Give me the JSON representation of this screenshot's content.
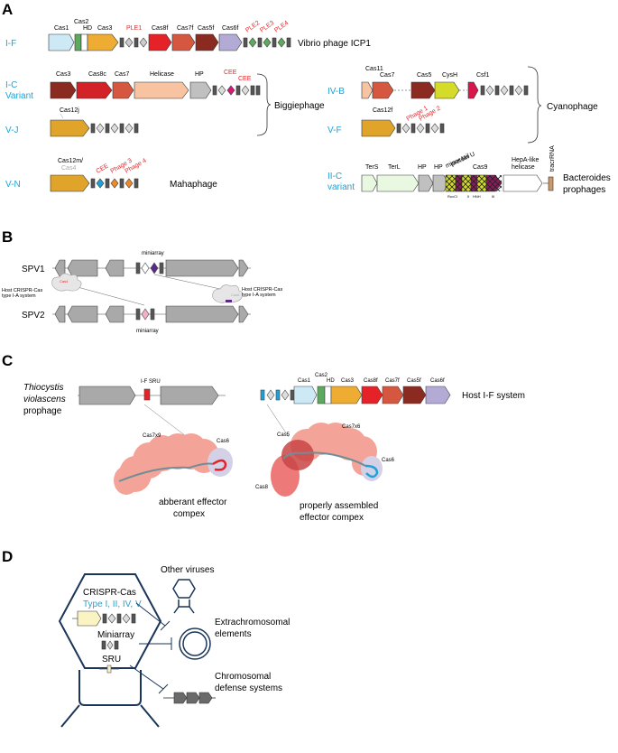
{
  "panel_letters": {
    "a": "A",
    "b": "B",
    "c": "C",
    "d": "D"
  },
  "panel_a": {
    "if_label": "I-F",
    "if_genes": [
      "Cas1",
      "Cas2",
      "HD",
      "Cas3",
      "PLE1",
      "Cas8f",
      "Cas7f",
      "Cas5f",
      "Cas6f",
      "PLE2",
      "PLE3",
      "PLE4"
    ],
    "if_title": "Vibrio phage ICP1",
    "ic_label": [
      "I-C",
      "Variant"
    ],
    "ic_genes": [
      "Cas3",
      "Cas8c",
      "Cas7",
      "Helicase",
      "HP",
      "CEE",
      "CEE"
    ],
    "vj_label": "V-J",
    "vj_genes": [
      "Cas12j"
    ],
    "biggie_title": "Biggiephage",
    "ivb_label": "IV-B",
    "ivb_genes": [
      "Cas11",
      "Cas7",
      "Cas5",
      "CysH",
      "Csf1"
    ],
    "vf_label": "V-F",
    "vf_genes": [
      "Cas12f",
      "Phage 1",
      "Phage 2"
    ],
    "cyano_title": "Cyanophage",
    "vn_label": "V-N",
    "vn_genes": [
      "Cas12m/",
      "Cas4",
      "CEE",
      "Phage 3",
      "Phage 4"
    ],
    "maha_title": "Mahaphage",
    "iic_label": [
      "II-C",
      "variant"
    ],
    "iic_genes": [
      "TerS",
      "TerL",
      "HP",
      "HP",
      "minor tail",
      "protein U",
      "Cas9",
      "HepA-like",
      "helicase",
      "tracrRNA"
    ],
    "iic_small": [
      "RuvCI",
      "II",
      "HNH",
      "III"
    ],
    "bact_title": [
      "Bacteroides",
      "prophages"
    ]
  },
  "panel_b": {
    "spv1": "SPV1",
    "spv2": "SPV2",
    "miniarray": "miniarray",
    "miniarray2": "miniarray",
    "host_left": [
      "Host CRISPR-Cas",
      "type I-A system"
    ],
    "host_right": [
      "Host CRISPR-Cas",
      "type I-A system"
    ],
    "cloud_small_1": "Cas4",
    "cloud_small_2": "Cas6"
  },
  "panel_c": {
    "organism": [
      "Thiocystis",
      "violascens"
    ],
    "prophage": "prophage",
    "sru": "I-F SRU",
    "host_genes": [
      "Cas1",
      "Cas2",
      "HD",
      "Cas3",
      "Cas8f",
      "Cas7f",
      "Cas5f",
      "Cas6f"
    ],
    "host_title": "Host I-F system",
    "left_labels": [
      "Cas7x9",
      "Cas6"
    ],
    "left_caption": [
      "abberant effector",
      "compex"
    ],
    "right_labels": [
      "Cas5",
      "Cas7x6",
      "Cas6",
      "Cas8"
    ],
    "right_caption": [
      "properly assembled",
      "effector compex"
    ]
  },
  "panel_d": {
    "crispr": "CRISPR-Cas",
    "types": "Type I, II, IV, V",
    "miniarray": "Miniarray",
    "sru": "SRU",
    "targets": [
      "Other viruses",
      "Extrachromosomal",
      "elements",
      "Chromosomal",
      "defense systems"
    ]
  },
  "colors": {
    "accent_blue": "#1ea2d6",
    "accent_red": "#e8272b",
    "gray_gene": "#a9a9a9",
    "cas1": "#cde9f6",
    "cas2": "#5daa5e",
    "cas3": "#efac32",
    "cas8": "#e42227",
    "cas7": "#d6573f",
    "cas5": "#8b2a20",
    "cas6": "#b3abd6"
  }
}
